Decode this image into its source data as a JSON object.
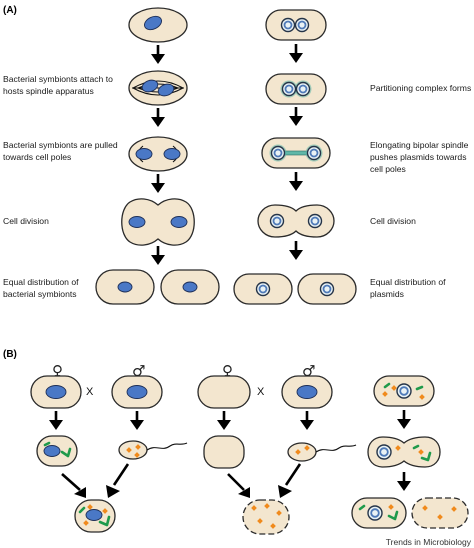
{
  "panels": {
    "a_label": "(A)",
    "b_label": "(B)"
  },
  "panel_a": {
    "left_steps": [
      "Bacterial symbionts attach to",
      "hosts spindle apparatus",
      "Bacterial symbionts are pulled",
      "towards cell poles",
      "Cell division",
      "Equal distribution of",
      "bacterial symbionts"
    ],
    "right_steps": [
      "Partitioning complex forms",
      "Elongating bipolar spindle",
      "pushes plasmids towards",
      "cell poles",
      "Cell division",
      "Equal distribution of",
      "plasmids"
    ]
  },
  "panel_b": {
    "female_symbol": "♀",
    "male_symbol": "♂",
    "cross_symbol": "X"
  },
  "credit": "Trends in Microbiology",
  "colors": {
    "cell_fill": "#f3e6cf",
    "nucleus": "#4a78c6",
    "plasmid_ring": "#4f7ab8",
    "symbiont_orange": "#f08a1c",
    "symbiont_green": "#1f9a4b",
    "spindle_bar": "#5fb7a8"
  }
}
